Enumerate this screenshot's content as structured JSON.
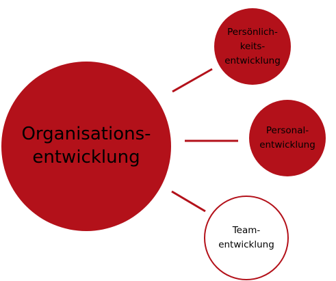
{
  "diagram": {
    "colors": {
      "accent": "#b3111a",
      "text": "#000000",
      "background": "#ffffff"
    },
    "center": {
      "label": "Organisations-\nentwicklung"
    },
    "nodes": [
      {
        "label": "Persönlich-\nkeits-\nentwicklung",
        "style": "filled"
      },
      {
        "label": "Personal-\nentwicklung",
        "style": "filled"
      },
      {
        "label": "Team-\nentwicklung",
        "style": "outline"
      }
    ]
  }
}
